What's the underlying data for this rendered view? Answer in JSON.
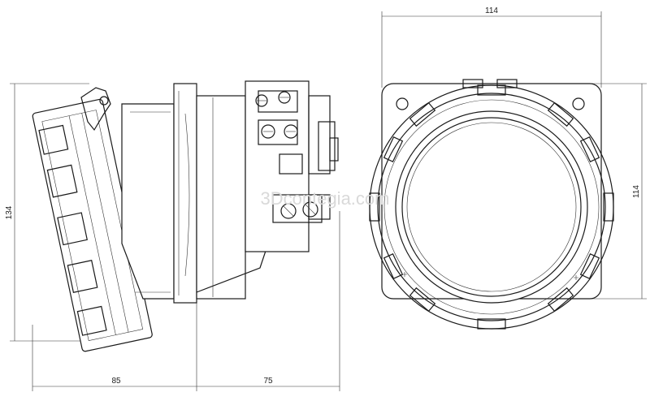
{
  "dimensions": {
    "side_height": "134",
    "side_front_depth": "85",
    "side_rear_depth": "75",
    "front_width": "114",
    "front_height": "114"
  },
  "watermark": "3Dcontegia.com"
}
